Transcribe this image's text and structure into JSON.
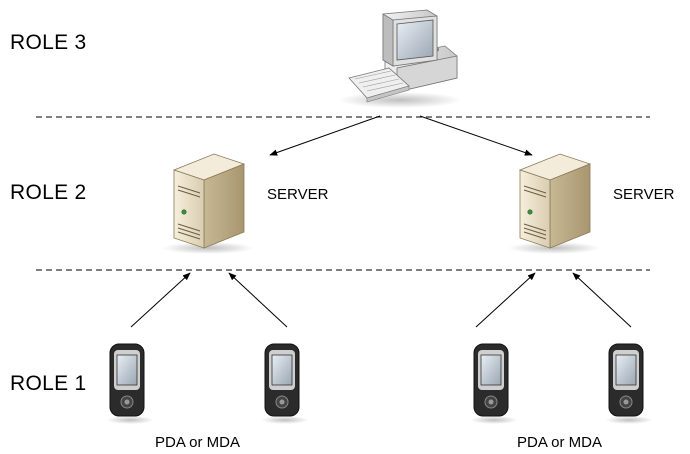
{
  "roles": {
    "role3": "ROLE 3",
    "role2": "ROLE 2",
    "role1": "ROLE 1"
  },
  "servers": {
    "left_label": "SERVER",
    "right_label": "SERVER"
  },
  "devices": {
    "left_group_label": "PDA or MDA",
    "right_group_label": "PDA or MDA"
  },
  "colors": {
    "line": "#000000",
    "dashed_separator": "#333333",
    "server_body": "#e6dcc6",
    "device_body": "#2b2b2b"
  },
  "icons": {
    "computer": "desktop-computer-icon",
    "server": "server-tower-icon",
    "device": "pda-icon"
  }
}
